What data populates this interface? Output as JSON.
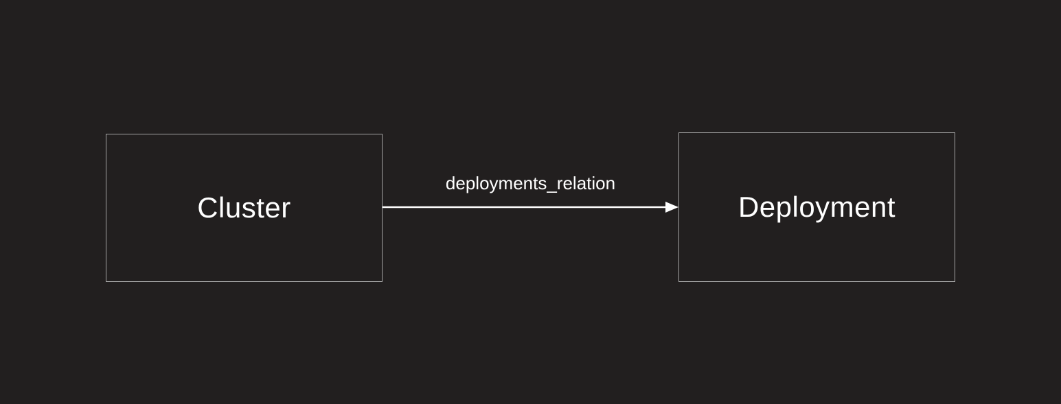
{
  "colors": {
    "background": "#221f1f",
    "node-border": "#a6a6a6",
    "text": "#ffffff",
    "arrow": "#ffffff"
  },
  "diagram": {
    "nodes": [
      {
        "id": "cluster",
        "label": "Cluster"
      },
      {
        "id": "deployment",
        "label": "Deployment"
      }
    ],
    "edges": [
      {
        "from": "cluster",
        "to": "deployment",
        "label": "deployments_relation"
      }
    ]
  }
}
